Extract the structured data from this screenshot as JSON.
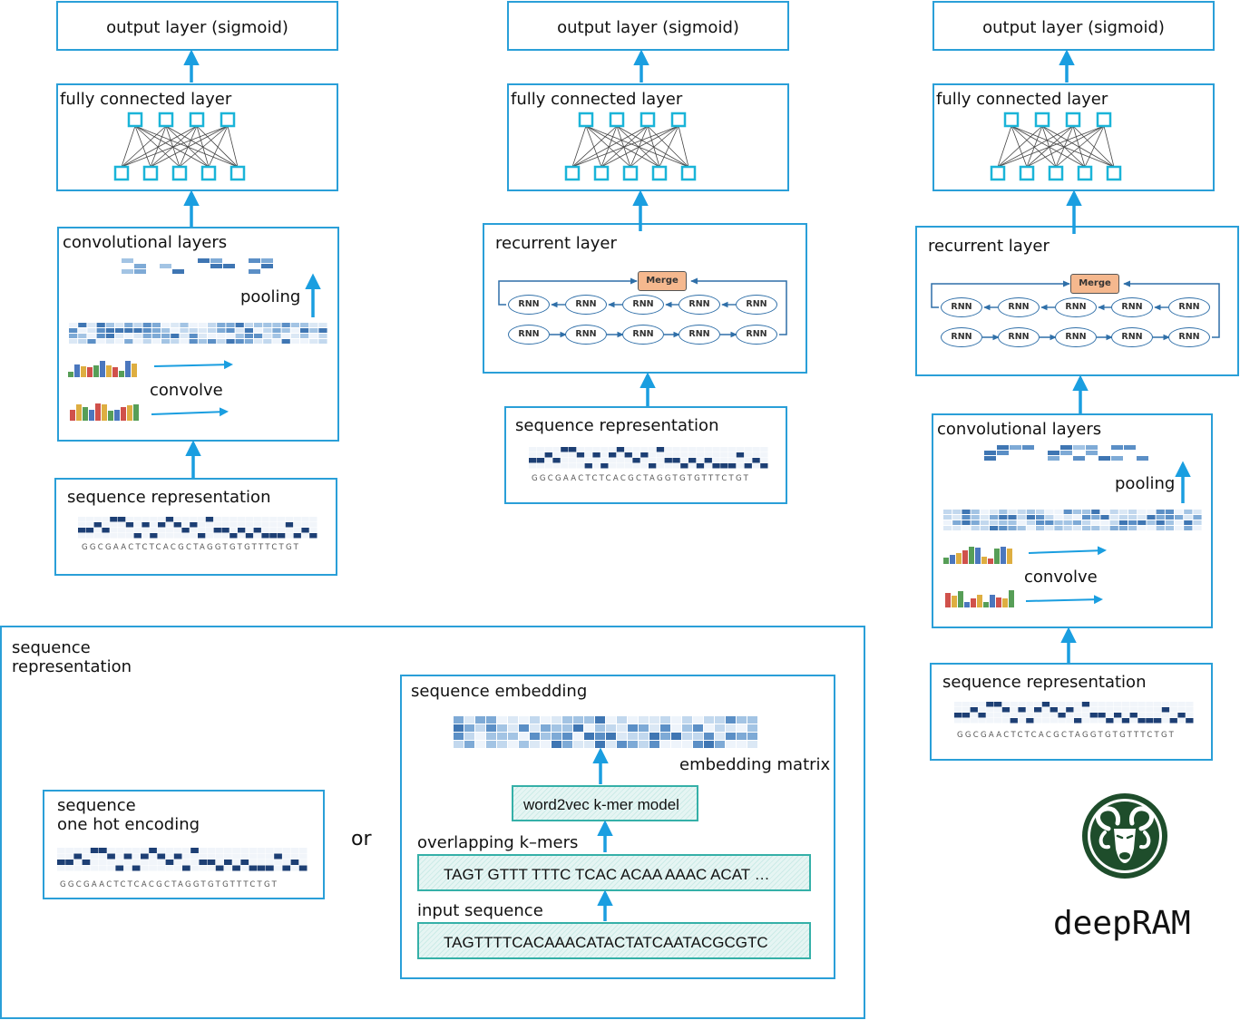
{
  "column1": {
    "output": "output layer (sigmoid)",
    "fc": "fully connected layer",
    "conv": "convolutional layers",
    "pooling": "pooling",
    "convolve": "convolve",
    "seqrep": "sequence representation",
    "seq": "GGCGAACTCTCACGCTAGGTGTGTTTCTGT"
  },
  "column2": {
    "output": "output layer (sigmoid)",
    "fc": "fully connected layer",
    "recurrent": "recurrent layer",
    "merge": "Merge",
    "rnn": "RNN",
    "seqrep": "sequence representation",
    "seq": "GGCGAACTCTCACGCTAGGTGTGTTTCTGT"
  },
  "column3": {
    "output": "output layer (sigmoid)",
    "fc": "fully connected layer",
    "recurrent": "recurrent layer",
    "merge": "Merge",
    "rnn": "RNN",
    "conv": "convolutional layers",
    "pooling": "pooling",
    "convolve": "convolve",
    "seqrep": "sequence representation",
    "seq": "GGCGAACTCTCACGCTAGGTGTGTTTCTGT"
  },
  "panel": {
    "title_line1": "sequence",
    "title_line2": "representation",
    "onehot_line1": "sequence",
    "onehot_line2": "one hot encoding",
    "onehot_seq": "GGCGAACTCTCACGCTAGGTGTGTTTCTGT",
    "or": "or",
    "embedding_title": "sequence embedding",
    "embedding_matrix": "embedding matrix",
    "word2vec": "word2vec k-mer model",
    "kmers_label": "overlapping k–mers",
    "kmers": "TAGT GTTT TTTC TCAC ACAA AAAC ACAT …",
    "input_label": "input sequence",
    "input_seq": "TAGTTTTCACAAACATACTATCAATACGCGTC"
  },
  "logo": {
    "name": "deepRAM",
    "icon": "ram-head-icon",
    "color": "#1e4d2b"
  },
  "colors": {
    "border": "#2a9fd8",
    "onehot": "#1d3f74",
    "node": "#1ab4d8",
    "teal": "#35b0a8"
  }
}
